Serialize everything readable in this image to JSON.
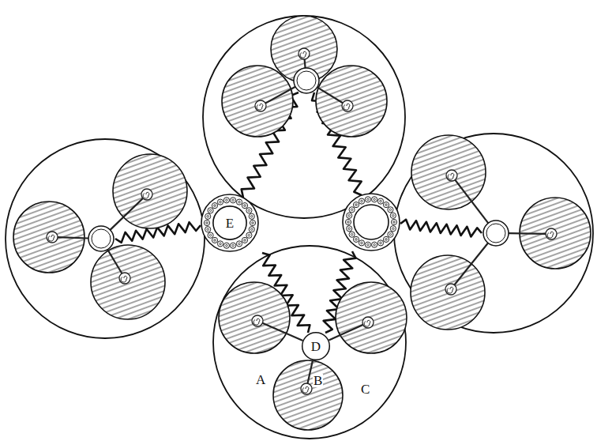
{
  "diagram": {
    "nodes": [
      {
        "text": [
          "E"
        ]
      },
      {
        "text": [
          "D"
        ]
      }
    ],
    "labels": [
      "A",
      "B",
      "C"
    ]
  }
}
